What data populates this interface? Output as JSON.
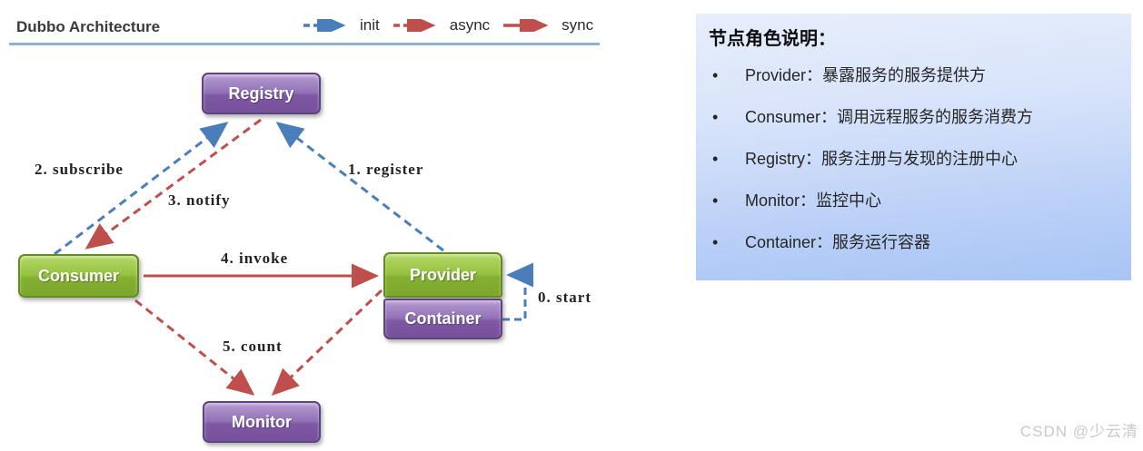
{
  "diagram": {
    "title": "Dubbo Architecture",
    "legend": [
      {
        "label": "init",
        "color": "#4a7ebb",
        "line_style": "dashed"
      },
      {
        "label": "async",
        "color": "#bf4f4c",
        "line_style": "dashed"
      },
      {
        "label": "sync",
        "color": "#bf4f4c",
        "line_style": "solid"
      }
    ],
    "nodes": {
      "registry": "Registry",
      "consumer": "Consumer",
      "provider": "Provider",
      "container": "Container",
      "monitor": "Monitor"
    },
    "edges": {
      "start": "0. start",
      "register": "1. register",
      "subscribe": "2. subscribe",
      "notify": "3. notify",
      "invoke": "4. invoke",
      "count": "5. count"
    },
    "colors": {
      "init_blue": "#4a7ebb",
      "async_sync_red": "#bf4f4c",
      "node_green": "#8fbc3c",
      "node_purple": "#8a67ad",
      "rule_blue": "#8fafd4"
    }
  },
  "panel": {
    "title": "节点角色说明：",
    "bullet_char": "•",
    "items": [
      "Provider：暴露服务的服务提供方",
      "Consumer：调用远程服务的服务消费方",
      "Registry：服务注册与发现的注册中心",
      "Monitor：监控中心",
      "Container：服务运行容器"
    ]
  },
  "watermark": "CSDN @少云清"
}
